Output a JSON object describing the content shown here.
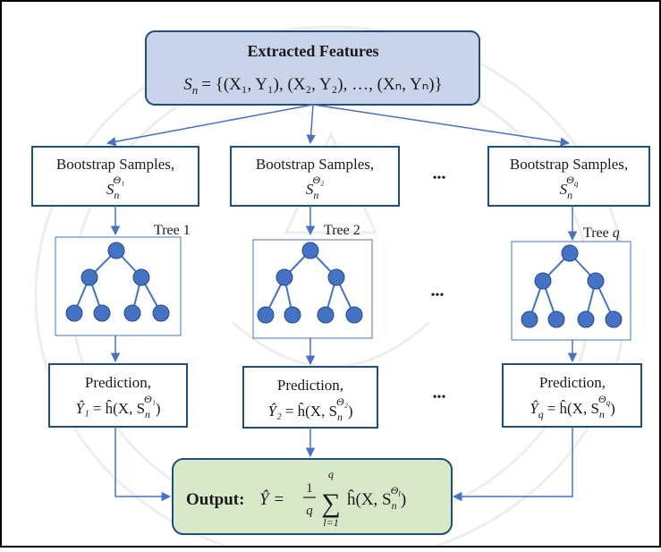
{
  "top": {
    "title": "Extracted Features",
    "formula_lhs": "S",
    "formula_lhs_sub": "n",
    "formula_rhs": "= {(X₁, Y₁), (X₂, Y₂), …, (Xₙ, Yₙ)}"
  },
  "columns": [
    {
      "bootstrap_label": "Bootstrap Samples,",
      "sample_base": "S",
      "sample_sub": "n",
      "sample_sup": "Θ₁",
      "tree_label": "Tree 1",
      "prediction_label": "Prediction,",
      "prediction_lhs": "Ŷ₁",
      "prediction_rhs": "= ĥ(X, S",
      "prediction_sub": "n",
      "prediction_sup": "Θ₁",
      "prediction_close": ")"
    },
    {
      "bootstrap_label": "Bootstrap Samples,",
      "sample_base": "S",
      "sample_sub": "n",
      "sample_sup": "Θ₂",
      "tree_label": "Tree 2",
      "prediction_label": "Prediction,",
      "prediction_lhs": "Ŷ₂",
      "prediction_rhs": "= ĥ(X, S",
      "prediction_sub": "n",
      "prediction_sup": "Θ₂",
      "prediction_close": ")"
    },
    {
      "bootstrap_label": "Bootstrap Samples,",
      "sample_base": "S",
      "sample_sub": "n",
      "sample_sup": "Θ",
      "sample_sup_sub": "q",
      "tree_label": "Tree ",
      "tree_label_var": "q",
      "prediction_label": "Prediction,",
      "prediction_lhs": "Ŷ",
      "prediction_lhs_sub": "q",
      "prediction_rhs": "= ĥ(X, S",
      "prediction_sub": "n",
      "prediction_sup": "Θ",
      "prediction_sup_sub": "q",
      "prediction_close": ")"
    }
  ],
  "ellipsis": "•••",
  "output": {
    "label": "Output:",
    "lhs": "Ŷ =",
    "frac_num": "1",
    "frac_den": "q",
    "sum_sym": "∑",
    "sum_top": "q",
    "sum_bottom": "l=1",
    "body": "ĥ(X, S",
    "body_sub": "n",
    "body_sup": "Θ",
    "body_sup_sub": "l",
    "body_close": ")"
  },
  "colors": {
    "box_border": "#1f4e79",
    "top_fill": "#c9d3ea",
    "output_fill": "#d8e8c8",
    "node_fill": "#4472c4",
    "arrow": "#4a72c0",
    "border": "#000000"
  }
}
